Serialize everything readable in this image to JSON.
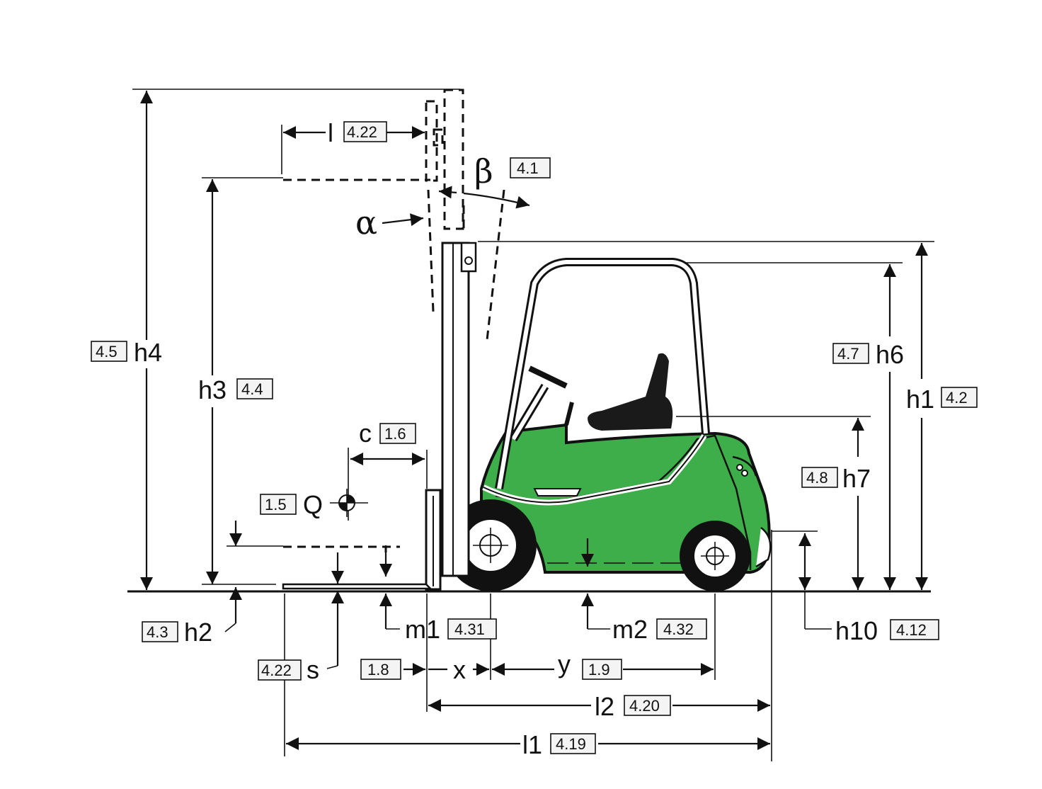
{
  "colors": {
    "body": "#3dae4a",
    "body_dark": "#2a8c36",
    "ink": "#111111"
  },
  "labels": {
    "l": {
      "sym": "l",
      "ref": "4.22"
    },
    "beta": {
      "sym": "β",
      "ref": "4.1"
    },
    "alpha": {
      "sym": "α"
    },
    "h4": {
      "sym": "h4",
      "ref": "4.5"
    },
    "h3": {
      "sym": "h3",
      "ref": "4.4"
    },
    "c": {
      "sym": "c",
      "ref": "1.6"
    },
    "q": {
      "sym": "Q",
      "ref": "1.5"
    },
    "h2": {
      "sym": "h2",
      "ref": "4.3"
    },
    "s": {
      "sym": "s",
      "ref": "4.22"
    },
    "m1": {
      "sym": "m1",
      "ref": "4.31"
    },
    "x": {
      "sym": "x",
      "ref": "1.8"
    },
    "y": {
      "sym": "y",
      "ref": "1.9"
    },
    "m2": {
      "sym": "m2",
      "ref": "4.32"
    },
    "l2": {
      "sym": "l2",
      "ref": "4.20"
    },
    "l1": {
      "sym": "l1",
      "ref": "4.19"
    },
    "h6": {
      "sym": "h6",
      "ref": "4.7"
    },
    "h1": {
      "sym": "h1",
      "ref": "4.2"
    },
    "h7": {
      "sym": "h7",
      "ref": "4.8"
    },
    "h10": {
      "sym": "h10",
      "ref": "4.12"
    }
  }
}
